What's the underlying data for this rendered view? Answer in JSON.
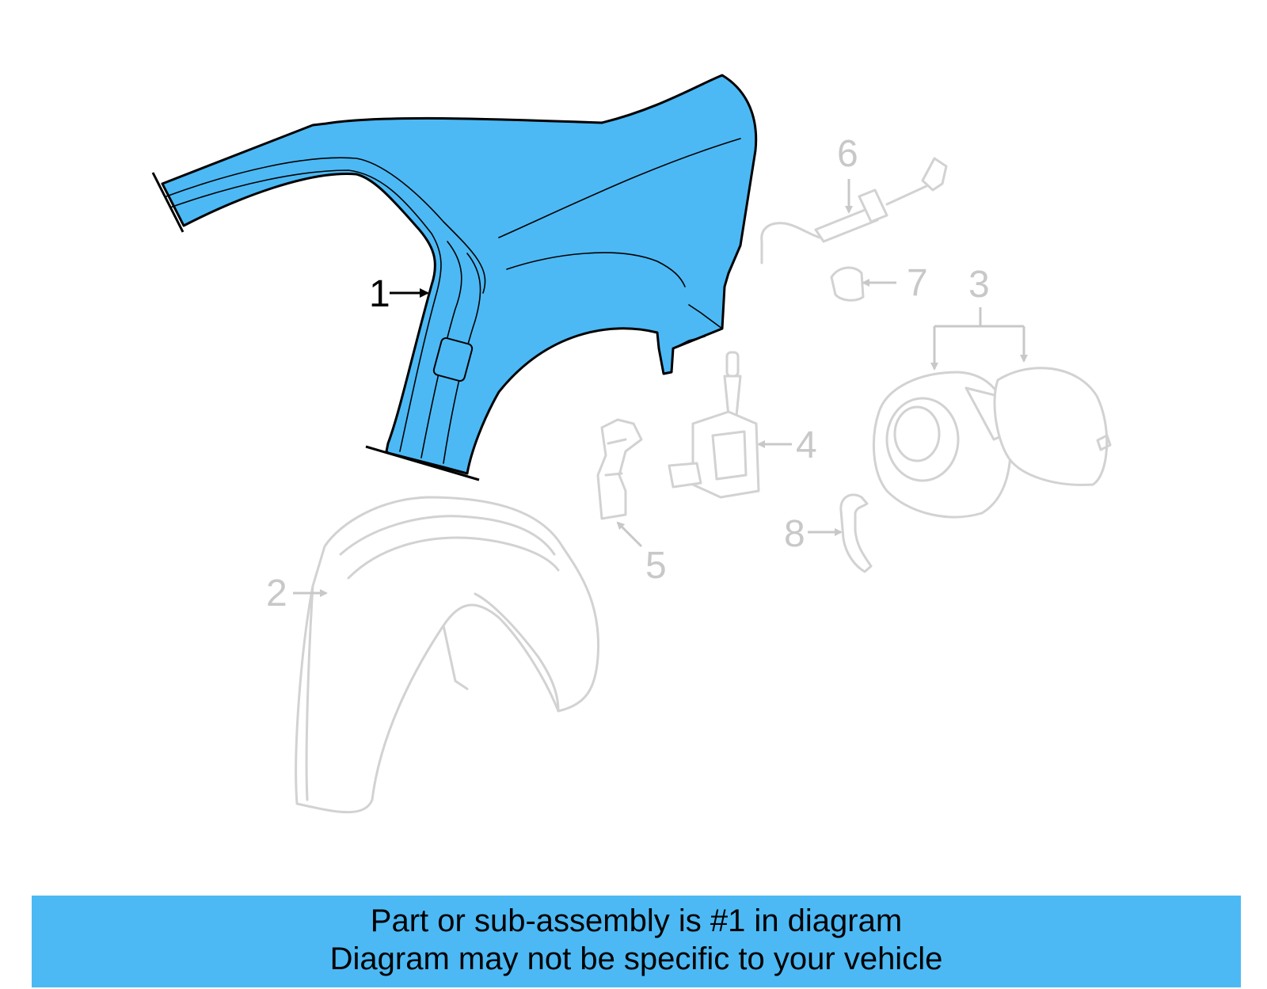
{
  "callouts": {
    "c1": "1",
    "c2": "2",
    "c3": "3",
    "c4": "4",
    "c5": "5",
    "c6": "6",
    "c7": "7",
    "c8": "8"
  },
  "highlighted_part": "1",
  "colors": {
    "highlight": "#4cb9f4",
    "muted": "#c8c8c8",
    "outline": "#000000"
  },
  "banner": {
    "line1": "Part or sub-assembly is #1 in diagram",
    "line2": "Diagram may not be specific to your vehicle"
  }
}
